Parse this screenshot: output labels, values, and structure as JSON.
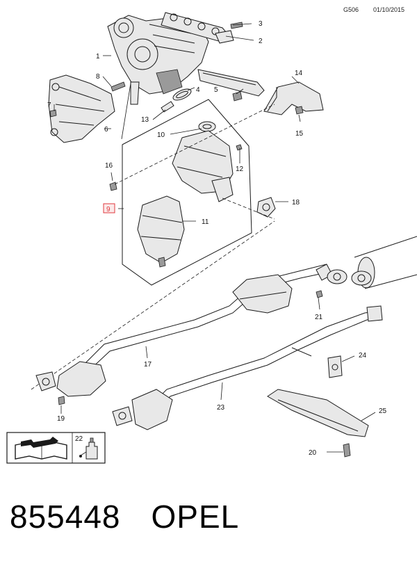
{
  "header": {
    "code": "G506",
    "date": "01/10/2015"
  },
  "callouts": {
    "c1": "1",
    "c2": "2",
    "c3": "3",
    "c4": "4",
    "c5": "5",
    "c6": "6",
    "c7": "7",
    "c8": "8",
    "c9": "9",
    "c10": "10",
    "c11": "11",
    "c12": "12",
    "c13": "13",
    "c14": "14",
    "c15": "15",
    "c16": "16",
    "c17": "17",
    "c18": "18",
    "c19": "19",
    "c20": "20",
    "c21": "21",
    "c22": "22",
    "c23": "23",
    "c24": "24",
    "c25": "25"
  },
  "footer": {
    "part_number": "855448",
    "brand": "OPEL"
  },
  "colors": {
    "highlight": "#e0393e",
    "line": "#1a1a1a",
    "fill": "#e8e8e8"
  }
}
